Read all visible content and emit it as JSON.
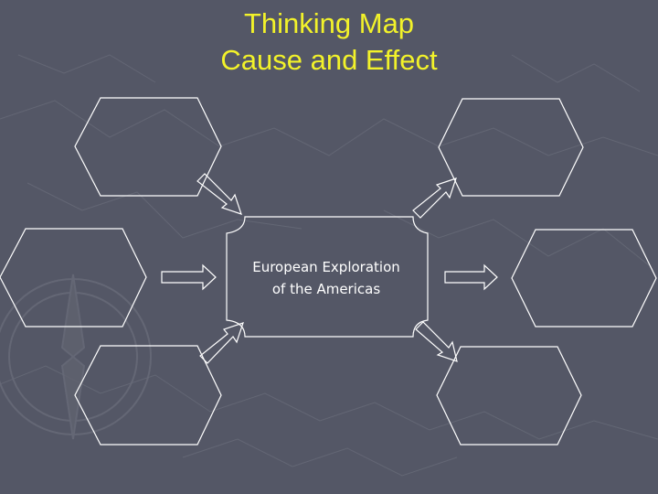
{
  "slide": {
    "title_line1": "Thinking Map",
    "title_line2": "Cause and Effect",
    "center_line1": "European Exploration",
    "center_line2": "of the Americas"
  },
  "colors": {
    "background": "#545766",
    "title": "#f2f22a",
    "outline": "#ffffff",
    "text": "#ffffff"
  },
  "diagram": {
    "causes": [
      "",
      "",
      ""
    ],
    "effects": [
      "",
      "",
      ""
    ]
  }
}
